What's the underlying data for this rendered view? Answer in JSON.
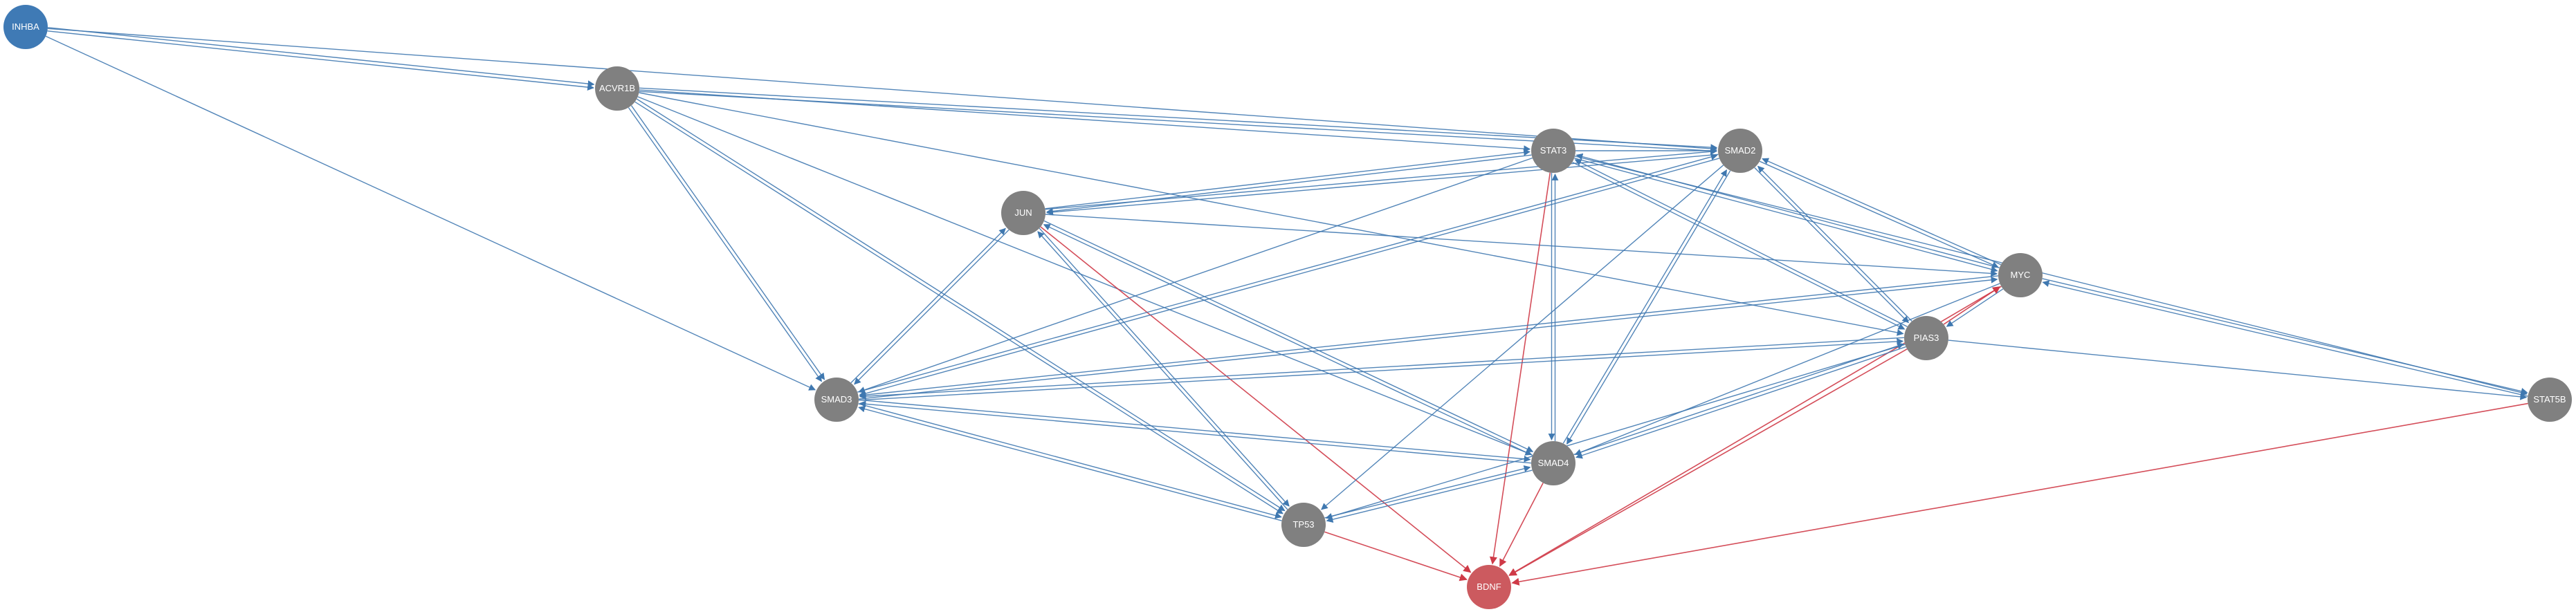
{
  "colors": {
    "background": "#ffffff",
    "node_default": "#808080",
    "node_source": "#3f7ab5",
    "node_target": "#cc5a5f",
    "edge_blue": "#3f78b0",
    "edge_red": "#cf3a47"
  },
  "nodes": [
    {
      "id": "INHBA",
      "label": "INHBA",
      "role": "source"
    },
    {
      "id": "ACVR1B",
      "label": "ACVR1B",
      "role": "default"
    },
    {
      "id": "STAT3",
      "label": "STAT3",
      "role": "default"
    },
    {
      "id": "SMAD2",
      "label": "SMAD2",
      "role": "default"
    },
    {
      "id": "JUN",
      "label": "JUN",
      "role": "default"
    },
    {
      "id": "MYC",
      "label": "MYC",
      "role": "default"
    },
    {
      "id": "PIAS3",
      "label": "PIAS3",
      "role": "default"
    },
    {
      "id": "STAT5B",
      "label": "STAT5B",
      "role": "default"
    },
    {
      "id": "SMAD3",
      "label": "SMAD3",
      "role": "default"
    },
    {
      "id": "SMAD4",
      "label": "SMAD4",
      "role": "default"
    },
    {
      "id": "TP53",
      "label": "TP53",
      "role": "default"
    },
    {
      "id": "BDNF",
      "label": "BDNF",
      "role": "target"
    }
  ],
  "edges": [
    {
      "from": "INHBA",
      "to": "ACVR1B",
      "color": "blue"
    },
    {
      "from": "INHBA",
      "to": "ACVR1B",
      "color": "blue"
    },
    {
      "from": "INHBA",
      "to": "SMAD2",
      "color": "blue"
    },
    {
      "from": "INHBA",
      "to": "SMAD3",
      "color": "blue"
    },
    {
      "from": "ACVR1B",
      "to": "STAT3",
      "color": "blue"
    },
    {
      "from": "ACVR1B",
      "to": "SMAD2",
      "color": "blue"
    },
    {
      "from": "ACVR1B",
      "to": "SMAD2",
      "color": "blue"
    },
    {
      "from": "ACVR1B",
      "to": "SMAD3",
      "color": "blue"
    },
    {
      "from": "ACVR1B",
      "to": "SMAD3",
      "color": "blue"
    },
    {
      "from": "ACVR1B",
      "to": "SMAD4",
      "color": "blue"
    },
    {
      "from": "ACVR1B",
      "to": "TP53",
      "color": "blue"
    },
    {
      "from": "ACVR1B",
      "to": "TP53",
      "color": "blue"
    },
    {
      "from": "ACVR1B",
      "to": "PIAS3",
      "color": "blue"
    },
    {
      "from": "JUN",
      "to": "STAT3",
      "color": "blue"
    },
    {
      "from": "STAT3",
      "to": "JUN",
      "color": "blue"
    },
    {
      "from": "JUN",
      "to": "SMAD2",
      "color": "blue"
    },
    {
      "from": "SMAD2",
      "to": "JUN",
      "color": "blue"
    },
    {
      "from": "JUN",
      "to": "SMAD3",
      "color": "blue"
    },
    {
      "from": "SMAD3",
      "to": "JUN",
      "color": "blue"
    },
    {
      "from": "JUN",
      "to": "SMAD4",
      "color": "blue"
    },
    {
      "from": "SMAD4",
      "to": "JUN",
      "color": "blue"
    },
    {
      "from": "JUN",
      "to": "TP53",
      "color": "blue"
    },
    {
      "from": "TP53",
      "to": "JUN",
      "color": "blue"
    },
    {
      "from": "JUN",
      "to": "MYC",
      "color": "blue"
    },
    {
      "from": "JUN",
      "to": "BDNF",
      "color": "red"
    },
    {
      "from": "STAT3",
      "to": "SMAD2",
      "color": "blue"
    },
    {
      "from": "STAT3",
      "to": "SMAD3",
      "color": "blue"
    },
    {
      "from": "STAT3",
      "to": "SMAD4",
      "color": "blue"
    },
    {
      "from": "SMAD4",
      "to": "STAT3",
      "color": "blue"
    },
    {
      "from": "STAT3",
      "to": "MYC",
      "color": "blue"
    },
    {
      "from": "MYC",
      "to": "STAT3",
      "color": "blue"
    },
    {
      "from": "STAT3",
      "to": "PIAS3",
      "color": "blue"
    },
    {
      "from": "PIAS3",
      "to": "STAT3",
      "color": "blue"
    },
    {
      "from": "STAT3",
      "to": "BDNF",
      "color": "red"
    },
    {
      "from": "STAT3",
      "to": "STAT5B",
      "color": "blue"
    },
    {
      "from": "SMAD2",
      "to": "SMAD3",
      "color": "blue"
    },
    {
      "from": "SMAD3",
      "to": "SMAD2",
      "color": "blue"
    },
    {
      "from": "SMAD2",
      "to": "SMAD4",
      "color": "blue"
    },
    {
      "from": "SMAD4",
      "to": "SMAD2",
      "color": "blue"
    },
    {
      "from": "SMAD2",
      "to": "MYC",
      "color": "blue"
    },
    {
      "from": "MYC",
      "to": "SMAD2",
      "color": "blue"
    },
    {
      "from": "SMAD2",
      "to": "PIAS3",
      "color": "blue"
    },
    {
      "from": "PIAS3",
      "to": "SMAD2",
      "color": "blue"
    },
    {
      "from": "SMAD2",
      "to": "TP53",
      "color": "blue"
    },
    {
      "from": "SMAD3",
      "to": "SMAD4",
      "color": "blue"
    },
    {
      "from": "SMAD4",
      "to": "SMAD3",
      "color": "blue"
    },
    {
      "from": "SMAD3",
      "to": "MYC",
      "color": "blue"
    },
    {
      "from": "MYC",
      "to": "SMAD3",
      "color": "blue"
    },
    {
      "from": "SMAD3",
      "to": "PIAS3",
      "color": "blue"
    },
    {
      "from": "PIAS3",
      "to": "SMAD3",
      "color": "blue"
    },
    {
      "from": "SMAD3",
      "to": "TP53",
      "color": "blue"
    },
    {
      "from": "TP53",
      "to": "SMAD3",
      "color": "blue"
    },
    {
      "from": "MYC",
      "to": "PIAS3",
      "color": "blue"
    },
    {
      "from": "PIAS3",
      "to": "MYC",
      "color": "red"
    },
    {
      "from": "MYC",
      "to": "SMAD4",
      "color": "blue"
    },
    {
      "from": "MYC",
      "to": "STAT5B",
      "color": "blue"
    },
    {
      "from": "STAT5B",
      "to": "MYC",
      "color": "blue"
    },
    {
      "from": "MYC",
      "to": "BDNF",
      "color": "red"
    },
    {
      "from": "PIAS3",
      "to": "SMAD4",
      "color": "blue"
    },
    {
      "from": "SMAD4",
      "to": "PIAS3",
      "color": "blue"
    },
    {
      "from": "PIAS3",
      "to": "STAT5B",
      "color": "blue"
    },
    {
      "from": "PIAS3",
      "to": "TP53",
      "color": "blue"
    },
    {
      "from": "PIAS3",
      "to": "BDNF",
      "color": "red"
    },
    {
      "from": "SMAD4",
      "to": "TP53",
      "color": "blue"
    },
    {
      "from": "TP53",
      "to": "SMAD4",
      "color": "blue"
    },
    {
      "from": "SMAD4",
      "to": "BDNF",
      "color": "red"
    },
    {
      "from": "TP53",
      "to": "BDNF",
      "color": "red"
    },
    {
      "from": "STAT5B",
      "to": "BDNF",
      "color": "red"
    }
  ]
}
